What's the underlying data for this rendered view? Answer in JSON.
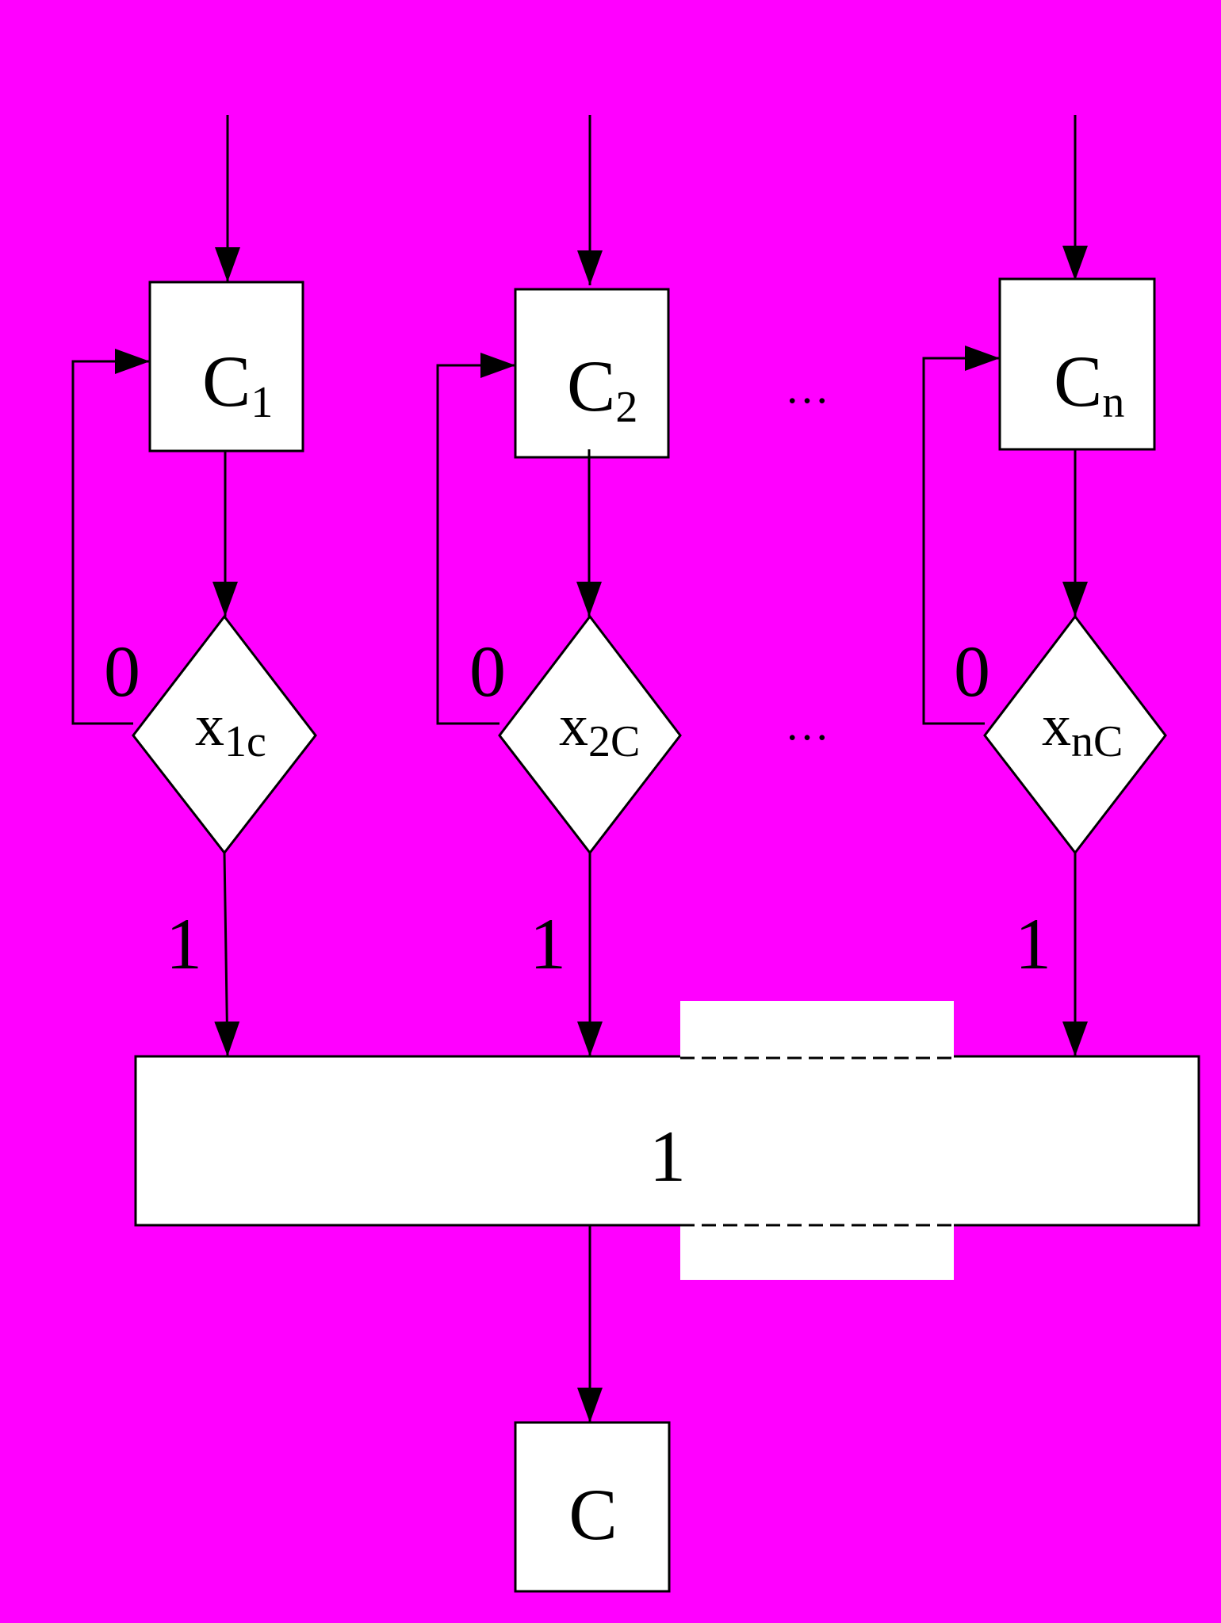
{
  "diagram": {
    "background_color": "#ff00ff",
    "block_fill": "#ffffff",
    "stroke_color": "#000000",
    "columns": [
      {
        "box_main": "C",
        "box_sub": "1",
        "cond_main": "x",
        "cond_sub": "1c",
        "no_label": "0",
        "yes_label": "1"
      },
      {
        "box_main": "C",
        "box_sub": "2",
        "cond_main": "x",
        "cond_sub": "2C",
        "no_label": "0",
        "yes_label": "1"
      },
      {
        "box_main": "C",
        "box_sub": "n",
        "cond_main": "x",
        "cond_sub": "nC",
        "no_label": "0",
        "yes_label": "1"
      }
    ],
    "ellipsis_top": "…",
    "ellipsis_mid": "…",
    "join_label": "1",
    "output_label": "C"
  }
}
